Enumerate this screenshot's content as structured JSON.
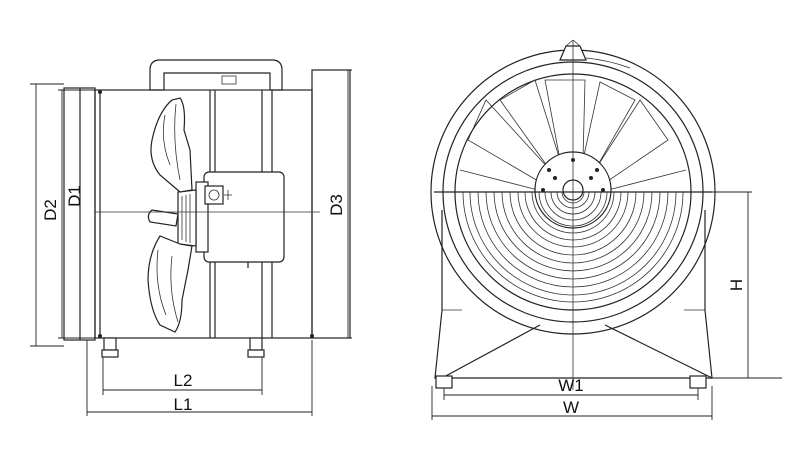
{
  "labels": {
    "D2": "D2",
    "D1": "D1",
    "D3": "D3",
    "L2": "L2",
    "L1": "L1",
    "H": "H",
    "W1": "W1",
    "W": "W"
  }
}
